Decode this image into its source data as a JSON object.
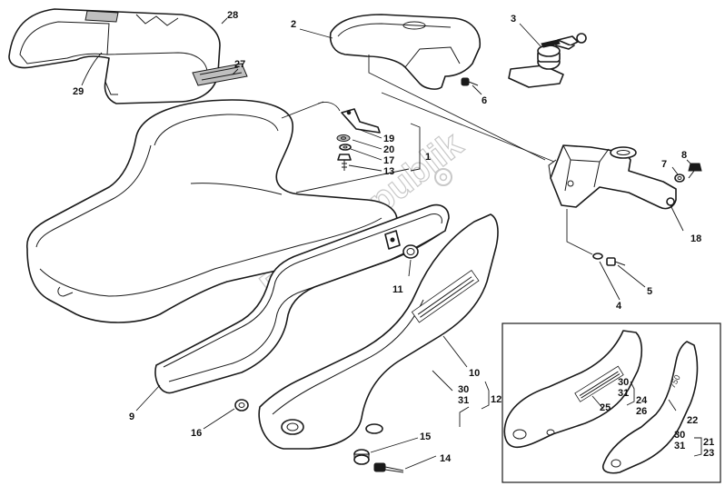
{
  "watermark": "PartsRepublik",
  "inset_box": {
    "present": true
  },
  "callouts": [
    {
      "id": "c28",
      "label": "28"
    },
    {
      "id": "c27",
      "label": "27"
    },
    {
      "id": "c29",
      "label": "29"
    },
    {
      "id": "c2",
      "label": "2"
    },
    {
      "id": "c3",
      "label": "3"
    },
    {
      "id": "c6",
      "label": "6"
    },
    {
      "id": "c19",
      "label": "19"
    },
    {
      "id": "c20",
      "label": "20"
    },
    {
      "id": "c17",
      "label": "17"
    },
    {
      "id": "c1",
      "label": "1"
    },
    {
      "id": "c13",
      "label": "13"
    },
    {
      "id": "c8",
      "label": "8"
    },
    {
      "id": "c7",
      "label": "7"
    },
    {
      "id": "c18",
      "label": "18"
    },
    {
      "id": "c11",
      "label": "11"
    },
    {
      "id": "c4",
      "label": "4"
    },
    {
      "id": "c5",
      "label": "5"
    },
    {
      "id": "c10",
      "label": "10"
    },
    {
      "id": "c30a",
      "label": "30"
    },
    {
      "id": "c31a",
      "label": "31"
    },
    {
      "id": "c12",
      "label": "12"
    },
    {
      "id": "c9",
      "label": "9"
    },
    {
      "id": "c16",
      "label": "16"
    },
    {
      "id": "c15",
      "label": "15"
    },
    {
      "id": "c14",
      "label": "14"
    },
    {
      "id": "c30b",
      "label": "30"
    },
    {
      "id": "c31b",
      "label": "31"
    },
    {
      "id": "c25",
      "label": "25"
    },
    {
      "id": "c24",
      "label": "24"
    },
    {
      "id": "c26",
      "label": "26"
    },
    {
      "id": "c22",
      "label": "22"
    },
    {
      "id": "c30c",
      "label": "30"
    },
    {
      "id": "c31c",
      "label": "31"
    },
    {
      "id": "c21",
      "label": "21"
    },
    {
      "id": "c23",
      "label": "23"
    }
  ]
}
